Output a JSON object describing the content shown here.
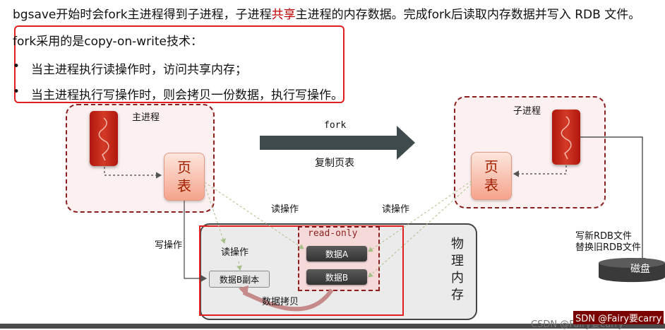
{
  "intro": {
    "part1": "bgsave开始时会fork主进程得到子进程，子进程",
    "highlight": "共享",
    "part2": "主进程的内存数据。完成fork后读取内存数据并写入 RDB 文件。"
  },
  "fork_title": "fork采用的是copy-on-write技术：",
  "bullets": [
    "当主进程执行读操作时，访问共享内存；",
    "当主进程执行写操作时，则会拷贝一份数据，执行写操作。"
  ],
  "bullet_symbol": "•",
  "diagram": {
    "main_process_label": "主进程",
    "child_process_label": "子进程",
    "page_table_line1": "页",
    "page_table_line2": "表",
    "fork_label": "fork",
    "copy_page_table_label": "复制页表",
    "read_op_left": "读操作",
    "read_op_right": "读操作",
    "read_op_inner": "读操作",
    "write_op": "写操作",
    "read_only_label": "read-only",
    "data_a": "数据A",
    "data_b": "数据B",
    "data_b_copy": "数据B副本",
    "data_copy_label": "数据拷贝",
    "physical_memory": [
      "物",
      "理",
      "内",
      "存"
    ],
    "write_new_rdb": "写新RDB文件",
    "replace_old_rdb": "替换旧RDB文件",
    "disk_label": "磁盘"
  },
  "watermark": {
    "left": "CSDN @Fairy要carry",
    "right": "SDN @Fairy要carry"
  },
  "colors": {
    "accent_red": "#e02020",
    "dark_red": "#8b1f1f",
    "arrow_gray": "#3f4a4d"
  }
}
